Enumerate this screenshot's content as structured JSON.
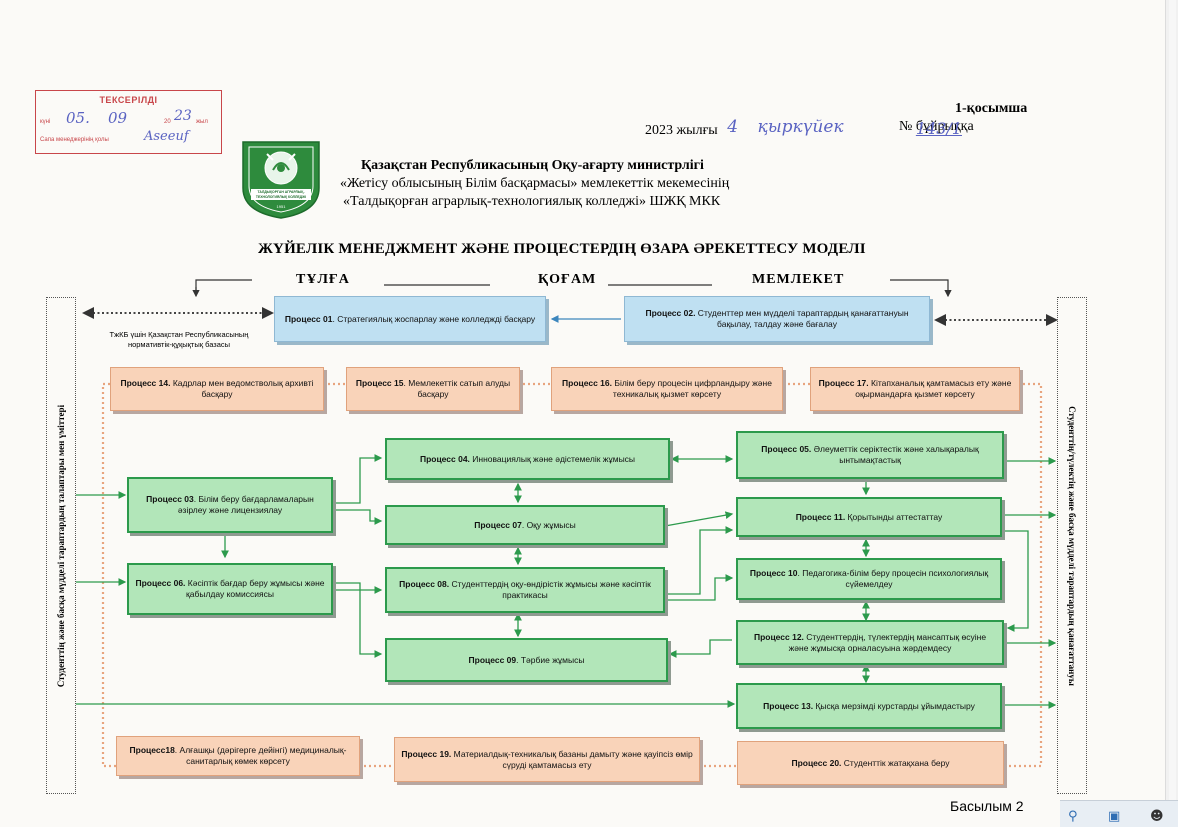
{
  "stamp": {
    "title": "ТЕКСЕРІЛДІ",
    "line1": "күні",
    "day": "05.",
    "month": "09",
    "year_prefix": "20",
    "year": "23",
    "year_suffix": "жыл",
    "line2": "Сапа менеджерінің қолы",
    "signature": "Aseeuf"
  },
  "header": {
    "annex": "1-қосымша",
    "order_date_text": "2023 жылғы",
    "order_day": "4",
    "order_month": "қыркүйек",
    "order_no_prefix": "№",
    "order_no": "143/1",
    "order_suffix": "бұйрыққа",
    "ministry": "Қазақстан Республикасының Оқу-ағарту министрлігі",
    "org_line1": "«Жетісу облысының Білім басқармасы» мемлекеттік мекемесінің",
    "org_line2": "«Талдықорған аграрлық-технологиялық колледжі» ШЖҚ МКК"
  },
  "logo": {
    "ring_text": "ТАЛДЫҚОРҒАН АГРАРЛЫҚ-ТЕХНОЛОГИЯЛЫҚ КОЛЛЕДЖІ",
    "year": "1951",
    "colors": {
      "green": "#2e8b3d",
      "white": "#ffffff"
    }
  },
  "diagram": {
    "title": "ЖҮЙЕЛІК МЕНЕДЖМЕНТ ЖӘНЕ ПРОЦЕСТЕРДІҢ ӨЗАРА ӘРЕКЕТТЕСУ МОДЕЛІ",
    "axis": {
      "left": "ТҰЛҒА",
      "center": "ҚОҒАМ",
      "right": "МЕМЛЕКЕТ"
    },
    "left_side": "Студенттің және басқа мүдделі тараптардың талаптары мен үміттері",
    "right_side": "Студенттің/түлектің және басқа мүдделі тараптардың қанағаттануы",
    "note": "ТжКБ үшін Қазақстан Республикасының нормативтік-құқықтық базасы",
    "p01": {
      "b": "Процесс 01",
      "t": ". Стратегиялық жоспарлау және колледжді басқару"
    },
    "p02": {
      "b": "Процесс 02.",
      "t": " Студенттер мен мүдделі тараптардың қанағаттануын бақылау, талдау және бағалау"
    },
    "p14": {
      "b": "Процесс 14.",
      "t": " Кадрлар мен ведомстволық архивті басқару"
    },
    "p15": {
      "b": "Процесс 15",
      "t": ". Мемлекеттік сатып алуды басқару"
    },
    "p16": {
      "b": "Процесс 16.",
      "t": " Білім беру процесін цифрландыру және техникалық қызмет көрсету"
    },
    "p17": {
      "b": "Процесс 17.",
      "t": " Кітапханалық қамтамасыз ету және оқырмандарға қызмет көрсету"
    },
    "p03": {
      "b": "Процесс 03",
      "t": ". Білім беру бағдарламаларын әзірлеу және лицензиялау"
    },
    "p06": {
      "b": "Процесс 06.",
      "t": " Кәсіптік бағдар беру жұмысы және қабылдау комиссиясы"
    },
    "p04": {
      "b": "Процесс 04.",
      "t": " Инновациялық және әдістемелік жұмысы"
    },
    "p07": {
      "b": "Процесс 07",
      "t": ". Оқу жұмысы"
    },
    "p08": {
      "b": "Процесс 08.",
      "t": " Студенттердің оқу-өндірістік жұмысы және кәсіптік практикасы"
    },
    "p09": {
      "b": "Процесс 09",
      "t": ". Тәрбие жұмысы"
    },
    "p05": {
      "b": "Процесс 05.",
      "t": " Әлеуметтік серіктестік және халықаралық ынтымақтастық"
    },
    "p11": {
      "b": "Процесс 11.",
      "t": " Қорытынды аттестаттау"
    },
    "p10": {
      "b": "Процесс 10",
      "t": ". Педагогика-білім беру процесін психологиялық сүйемелдеу"
    },
    "p12": {
      "b": "Процесс 12.",
      "t": " Студенттердің, түлектердің мансаптық өсуіне және жұмысқа орналасуына жәрдемдесу"
    },
    "p13": {
      "b": "Процесс 13.",
      "t": " Қысқа мерзімді курстарды ұйымдастыру"
    },
    "p18": {
      "b": "Процесс18",
      "t": ". Алғашқы (дәрігерге дейінгі) медициналық-санитарлық көмек көрсету"
    },
    "p19": {
      "b": "Процесс 19.",
      "t": " Материалдық-техникалық базаны дамыту және қауіпсіз өмір сүруді қамтамасыз ету"
    },
    "p20": {
      "b": "Процесс 20.",
      "t": " Студенттік жатақхана беру"
    },
    "colors": {
      "green_border": "#2c9a4c",
      "green_fill": "#b2e6b9",
      "blue_fill": "#bfe0f2",
      "orange_fill": "#f9d3b9",
      "orange_dash": "#e8a47e"
    }
  },
  "footer": {
    "page_label": "Басылым  2"
  }
}
